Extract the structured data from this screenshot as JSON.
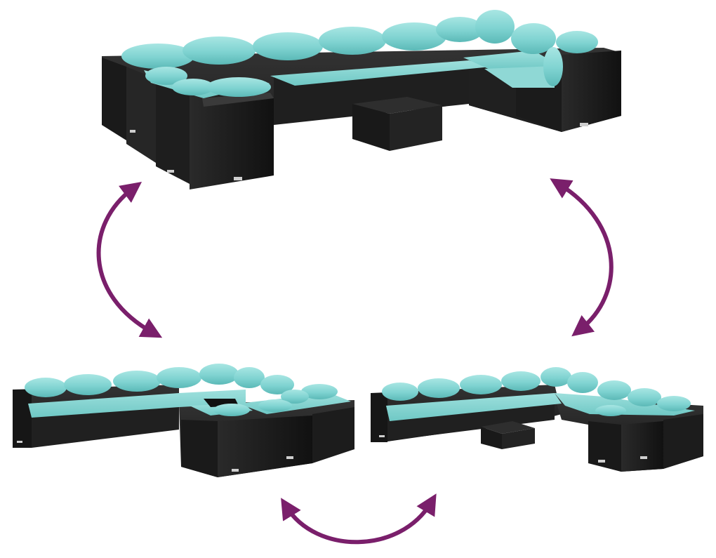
{
  "colors": {
    "background": "#ffffff",
    "rattan_dark": "#1c1c1c",
    "rattan_mid": "#2b2b2b",
    "rattan_light": "#3a3a3a",
    "cushion": "#7fd3d1",
    "cushion_shade": "#5bb9b7",
    "cushion_light": "#a8e6e3",
    "arrow": "#7a1f6b",
    "label_plate": "#cfcfcf"
  },
  "scenes": [
    {
      "id": "configuration-top",
      "description_icon": "sectional-sofa-set"
    },
    {
      "id": "configuration-bottom-left",
      "description_icon": "sectional-sofa-set"
    },
    {
      "id": "configuration-bottom-right",
      "description_icon": "sectional-sofa-set"
    }
  ],
  "arrows": [
    {
      "id": "arrow-left",
      "icon": "double-headed-curved-arrow"
    },
    {
      "id": "arrow-right",
      "icon": "double-headed-curved-arrow"
    },
    {
      "id": "arrow-bottom",
      "icon": "double-headed-curved-arrow"
    }
  ]
}
